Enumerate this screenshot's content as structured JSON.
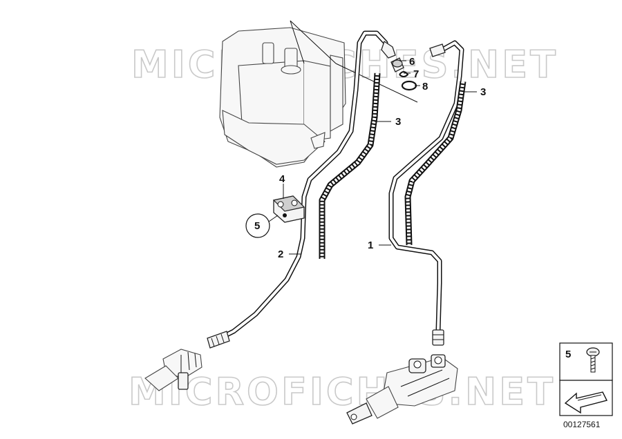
{
  "watermark": "MICROFICHES.NET",
  "callouts": {
    "c1": "1",
    "c2": "2",
    "c3a": "3",
    "c3b": "3",
    "c4": "4",
    "c5": "5",
    "c6": "6",
    "c7": "7",
    "c8": "8"
  },
  "legend": {
    "item_number": "5",
    "item_icon": "screw-icon",
    "arrow_icon": "direction-arrow-icon"
  },
  "document_id": "00127561"
}
